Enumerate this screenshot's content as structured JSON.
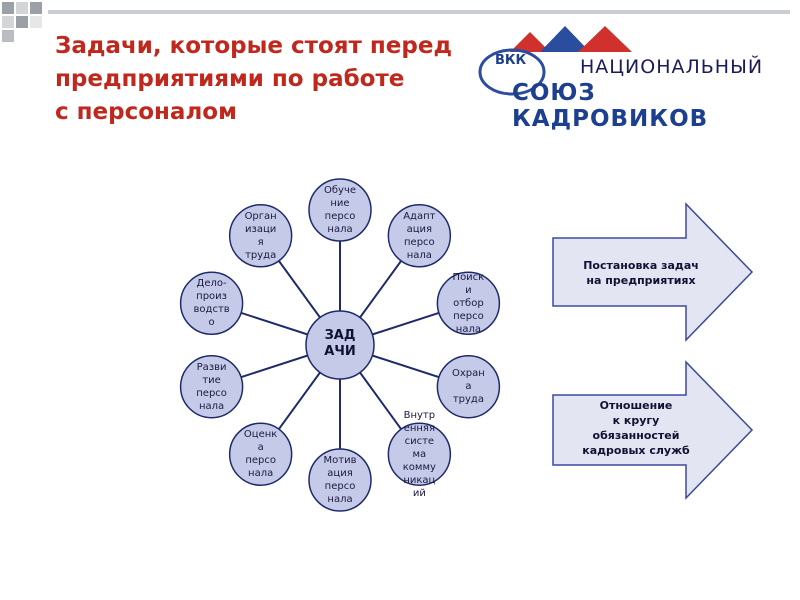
{
  "title": {
    "line1": "Задачи, которые стоят перед",
    "line2": "предприятиями по работе",
    "line3": "с персоналом"
  },
  "logo": {
    "abbr": "ВКК",
    "line1": "НАЦИОНАЛЬНЫЙ",
    "line2": "СОЮЗ КАДРОВИКОВ",
    "colors": {
      "red": "#d0312d",
      "blue": "#2a4d9e"
    }
  },
  "diagram": {
    "center": "ЗАД\nАЧИ",
    "nodes": [
      {
        "id": "obuchenie",
        "label": "Обуче\nние\nперсо\nнала"
      },
      {
        "id": "adaptatsiya",
        "label": "Адапт\nация\nперсо\nнала"
      },
      {
        "id": "poisk",
        "label": "Поиск\nи\nотбор\nперсо\nнала"
      },
      {
        "id": "okhrana",
        "label": "Охран\nа\nтруда"
      },
      {
        "id": "kommunikatsii",
        "label": "Внутр\nенняя\nсисте\nма\nкомму\nникац\nий"
      },
      {
        "id": "motivatsiya",
        "label": "Мотив\nация\nперсо\nнала"
      },
      {
        "id": "otsenka",
        "label": "Оценк\nа\nперсо\nнала"
      },
      {
        "id": "razvitie",
        "label": "Разви\nтие\nперсо\nнала"
      },
      {
        "id": "deloproizvodstvo",
        "label": "Дело-\nпроиз\nводств\nо"
      },
      {
        "id": "organizatsiya",
        "label": "Орган\nизаци\nя\nтруда"
      }
    ],
    "colors": {
      "fill": "#c5cae9",
      "stroke": "#1f2a6b",
      "center_fill": "#c5cae9"
    }
  },
  "arrows": [
    {
      "id": "postanovka",
      "label": "Постановка задач\nна предприятиях"
    },
    {
      "id": "otnoshenie",
      "label": "Отношение\nк кругу\nобязанностей\nкадровых служб"
    }
  ],
  "arrow_colors": {
    "fill": "#e3e5f3",
    "stroke": "#3b4a9a"
  },
  "decor_colors": [
    "#9aa0a6",
    "#c9ccd0",
    "#e6e7e8"
  ]
}
